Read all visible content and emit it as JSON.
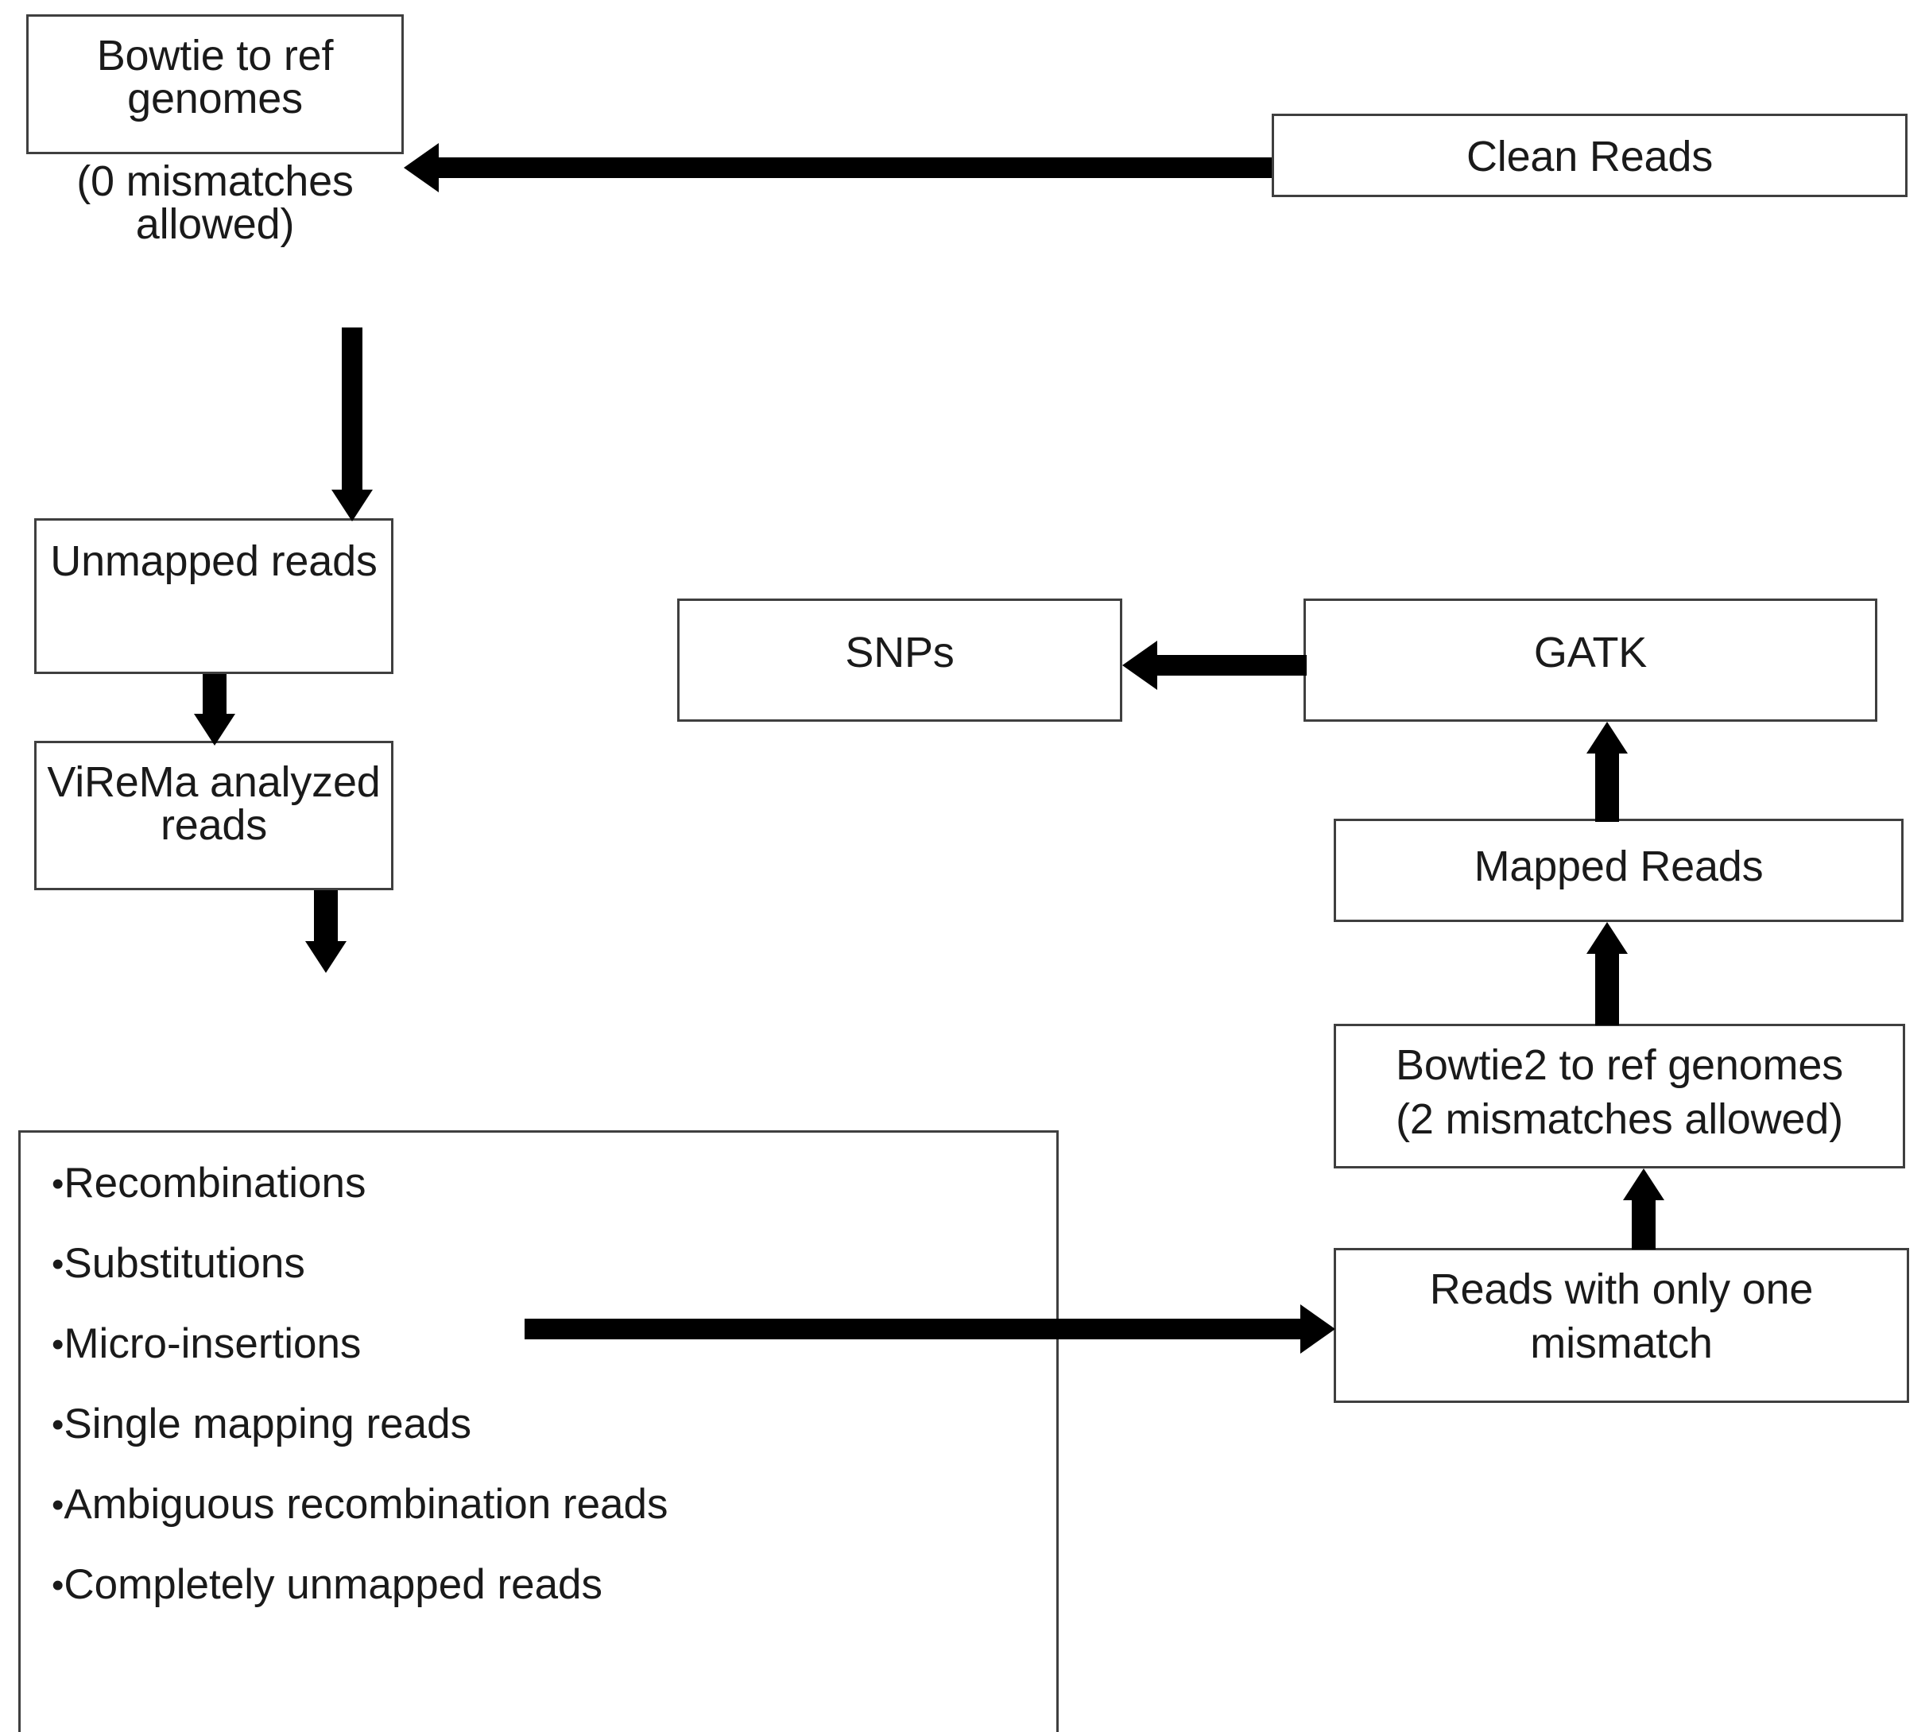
{
  "diagram": {
    "title": "Sequencing read analysis pipeline flowchart",
    "colors": {
      "box_border": "#3f3f3f",
      "arrow": "#000000",
      "text": "#1a1a1a",
      "background": "#ffffff"
    },
    "nodes": [
      {
        "id": "bowtie-ref-genomes",
        "lines": [
          "Bowtie to ref genomes",
          "(0 mismatches allowed)"
        ]
      },
      {
        "id": "clean-reads",
        "lines": [
          "Clean Reads"
        ]
      },
      {
        "id": "unmapped-reads",
        "lines": [
          "Unmapped reads"
        ]
      },
      {
        "id": "snps",
        "lines": [
          "SNPs"
        ]
      },
      {
        "id": "gatk",
        "lines": [
          "GATK"
        ]
      },
      {
        "id": "virema-analyzed-reads",
        "lines": [
          "ViReMa analyzed reads"
        ]
      },
      {
        "id": "mapped-reads",
        "lines": [
          "Mapped Reads"
        ]
      },
      {
        "id": "bowtie2-ref-genomes",
        "lines": [
          "Bowtie2 to ref genomes",
          "(2 mismatches allowed)"
        ]
      },
      {
        "id": "reads-one-mismatch",
        "lines": [
          "Reads with only one",
          "mismatch"
        ]
      }
    ],
    "bullet_list": {
      "id": "virema-outputs",
      "bullet_glyph": "•",
      "items": [
        "Recombinations",
        "Substitutions",
        "Micro-insertions",
        "Single mapping reads",
        "Ambiguous recombination reads",
        "Completely unmapped reads"
      ]
    },
    "edges": [
      {
        "id": "clean-reads-to-bowtie",
        "from": "clean-reads",
        "to": "bowtie-ref-genomes",
        "direction": "left"
      },
      {
        "id": "bowtie-to-unmapped",
        "from": "bowtie-ref-genomes",
        "to": "unmapped-reads",
        "direction": "down"
      },
      {
        "id": "unmapped-to-virema",
        "from": "unmapped-reads",
        "to": "virema-analyzed-reads",
        "direction": "down"
      },
      {
        "id": "virema-to-outputs",
        "from": "virema-analyzed-reads",
        "to": "virema-outputs",
        "direction": "down"
      },
      {
        "id": "outputs-to-one-mismatch",
        "from": "virema-outputs",
        "to": "reads-one-mismatch",
        "direction": "right"
      },
      {
        "id": "one-mismatch-to-bowtie2",
        "from": "reads-one-mismatch",
        "to": "bowtie2-ref-genomes",
        "direction": "up"
      },
      {
        "id": "bowtie2-to-mapped",
        "from": "bowtie2-ref-genomes",
        "to": "mapped-reads",
        "direction": "up"
      },
      {
        "id": "mapped-to-gatk",
        "from": "mapped-reads",
        "to": "gatk",
        "direction": "up"
      },
      {
        "id": "gatk-to-snps",
        "from": "gatk",
        "to": "snps",
        "direction": "left"
      }
    ]
  }
}
